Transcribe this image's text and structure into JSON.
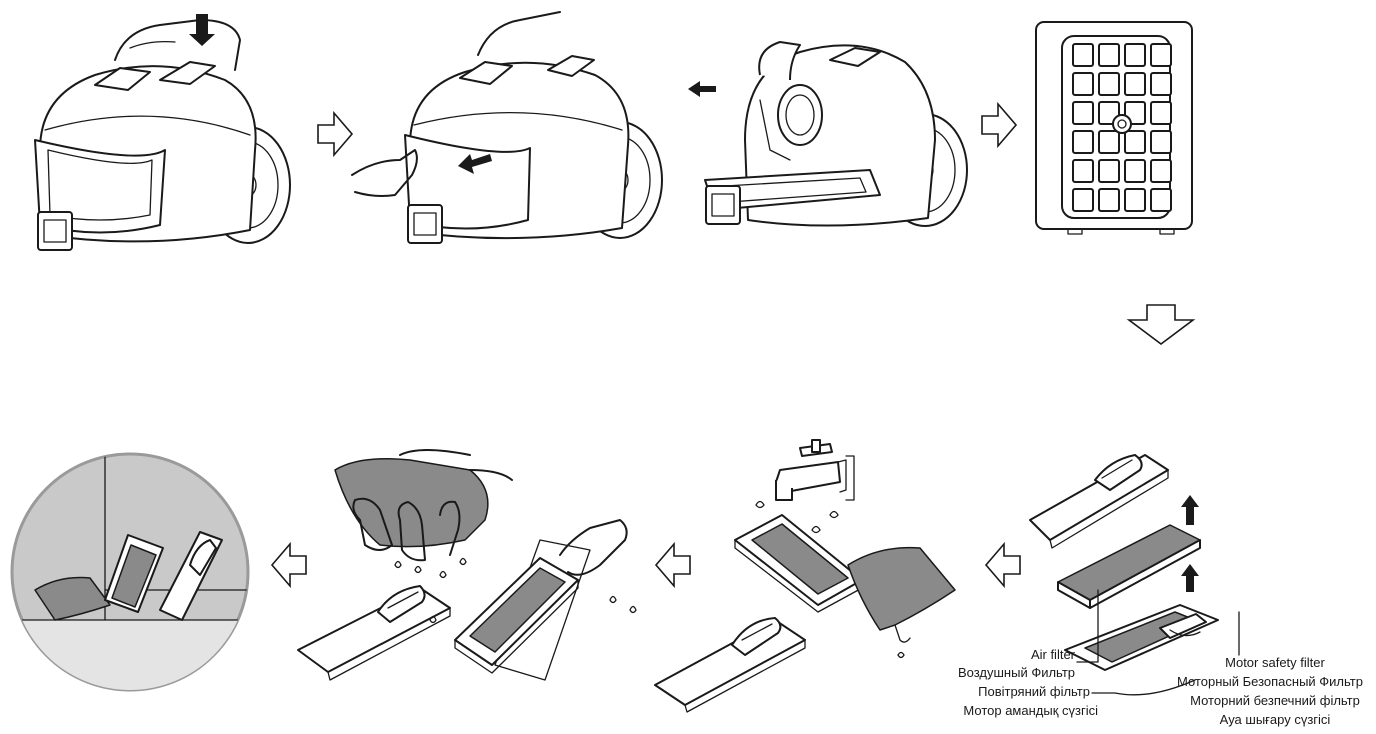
{
  "labels": {
    "air_filter": {
      "en": "Air filter",
      "ru": "Воздушный Фильтр",
      "uk": "Повітряний фільтр",
      "kk": "Мотор  амандық  сүзгісі"
    },
    "motor_safety_filter": {
      "en": "Motor safety filter",
      "ru": "Моторный Безопасный Фильтр",
      "uk": "Моторний безпечний фільтр",
      "kk": "Ауа  шығару  сүзгісі"
    }
  },
  "colors": {
    "line": "#1a1a1a",
    "filter_gray": "#8a8a8a",
    "circle_bg": "#c9c9c9"
  },
  "icons": [
    "arrow-right-icon",
    "arrow-down-icon",
    "arrow-left-icon",
    "water-tap-icon"
  ]
}
